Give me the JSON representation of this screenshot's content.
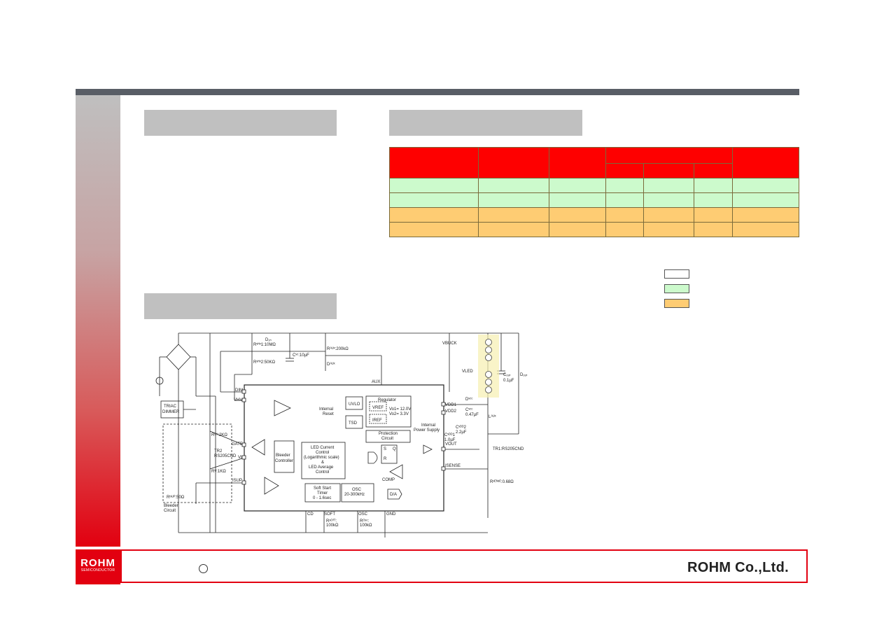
{
  "logo": {
    "name": "ROHM",
    "tagline": "SEMICONDUCTOR"
  },
  "footer": {
    "bullet": "○",
    "company": "ROHM Co.,Ltd."
  },
  "colors": {
    "header_red": "#fe0000",
    "row_green": "#ccfacc",
    "row_orange": "#fecc73",
    "accent": "#e20010"
  },
  "diagram": {
    "d_in": "D₁ₙ",
    "r_vhv1": "Rᵛᴴᵛ1:10MΩ",
    "r_vhv2": "Rᵛᴴᵛ2:50KΩ",
    "c_vc": "Cᵛᶜ:10µF",
    "r_aux": "Rᴬᵁˣ:200kΩ",
    "d_aux": "Dᴬᵁˣ",
    "vbuck": "VBUCK",
    "vled": "VLED",
    "c_out": "Cₒᵤₜ",
    "c_out_val": "0.1µF",
    "d_out": "Dₒᵤₜ",
    "aux": "AUX",
    "dim": "DIM",
    "vhv": "VHV",
    "triac1": "TRIAC",
    "triac2": "DIMMER",
    "regulator": "Regulator",
    "uvlo": "UVLO",
    "tsd": "TSD",
    "internal_reset1": "Internal",
    "internal_reset2": "Reset",
    "vref": "VREF",
    "iref": "IREF",
    "vo1": "Vo1= 12.0V",
    "vo2": "Vo2= 3.3V",
    "vdd1": "VDD1",
    "vdd2": "VDD2",
    "ips1": "Internal",
    "ips2": "Power Supply",
    "d_vcc": "Dᵛᶜᶜ",
    "c_vcc": "Cᵛᶜᶜ",
    "c_vcc_val": "0.47µF",
    "c_vdd2": "Cᵛᴰᴰ2",
    "c_vdd2_val": "2.2µF",
    "c_vdd1": "Cᵛᴰᴰ1",
    "c_vdd1_val": "1.0µF",
    "l_aux": "Lᴬᵁˣ",
    "protection1": "Protection",
    "protection2": "Circuit",
    "vout": "VOUT",
    "tr1": "TR1:RS205CND",
    "r_g1": "Rᴳ¹:2KΩ",
    "gate": "GATE",
    "tr2a": "TR2",
    "tr2b": "RS205CND",
    "vi": "VI",
    "r_vi": "Rᵛᴵ:1KΩ",
    "isup": "ISUP",
    "bleeder1": "Bleeder",
    "bleeder2": "Controller",
    "led1": "LED Current",
    "led2": "Control",
    "led3": "(Logarithmic scale)",
    "led4": "&",
    "led5": "LED Average",
    "led6": "Control",
    "sq": "S",
    "qq": "Q",
    "rq": "R",
    "comp": "COMP",
    "isense": "ISENSE",
    "da": "D/A",
    "softstart1": "Soft Start",
    "softstart2": "Timer",
    "softstart3": "0 - 1.6sec",
    "osc1": "OSC",
    "osc2": "20-300kHz",
    "r_sense": "Rˢᴱᴺˢᴱ:0.68Ω",
    "r_isup": "Rᴵˢᵁᴾ:50Ω",
    "bleeder_circuit1": "Bleeder",
    "bleeder_circuit2": "Circuit",
    "cd": "CD",
    "soft": "SOFT",
    "osc_pin": "OSC",
    "gnd": "GND",
    "r_soft1": "Rˢᴼᶠᵀ:",
    "r_soft2": "100kΩ",
    "r_osc1": "Rᴼˢᶜ:",
    "r_osc2": "100kΩ"
  }
}
